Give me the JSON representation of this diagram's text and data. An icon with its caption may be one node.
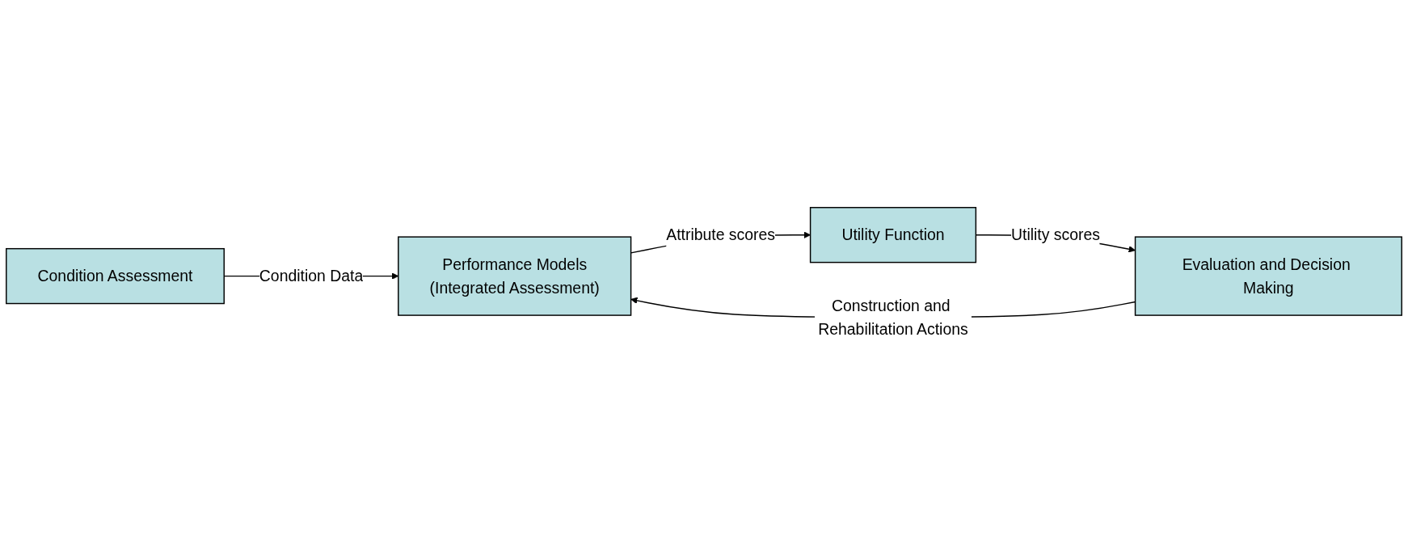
{
  "diagram": {
    "nodes": [
      {
        "text": [
          "Condition Assessment"
        ]
      },
      {
        "text": [
          "Performance Models",
          "(Integrated Assessment)"
        ]
      },
      {
        "text": [
          "Utility Function"
        ]
      },
      {
        "text": [
          "Evaluation and Decision Making"
        ]
      }
    ],
    "edges": [
      {
        "from": 0,
        "to": 1,
        "arrow": "to",
        "label": "Condition Data"
      },
      {
        "from": 1,
        "to": 2,
        "arrow": "to",
        "label": "Attribute scores"
      },
      {
        "from": 2,
        "to": 3,
        "arrow": "to",
        "label": "Utility scores"
      },
      {
        "from": 3,
        "to": 1,
        "arrow": "to",
        "label": "Construction and Rehabilitation Actions"
      }
    ]
  }
}
